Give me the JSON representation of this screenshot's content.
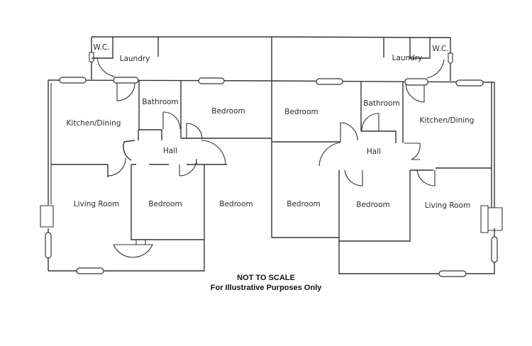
{
  "plan": {
    "units": [
      {
        "side": "left",
        "rooms": [
          {
            "id": "wc",
            "label": "W.C."
          },
          {
            "id": "laundry",
            "label": "Laundry"
          },
          {
            "id": "bathroom",
            "label": "Bathroom"
          },
          {
            "id": "bedroom-1",
            "label": "Bedroom"
          },
          {
            "id": "kitchen",
            "label": "Kitchen/Dining"
          },
          {
            "id": "hall",
            "label": "Hall"
          },
          {
            "id": "living",
            "label": "Living Room"
          },
          {
            "id": "bedroom-2",
            "label": "Bedroom"
          },
          {
            "id": "bedroom-3",
            "label": "Bedroom"
          }
        ]
      },
      {
        "side": "right",
        "rooms": [
          {
            "id": "wc",
            "label": "W.C."
          },
          {
            "id": "laundry",
            "label": "Laundry"
          },
          {
            "id": "bathroom",
            "label": "Bathroom"
          },
          {
            "id": "bedroom-1",
            "label": "Bedroom"
          },
          {
            "id": "kitchen",
            "label": "Kitchen/Dining"
          },
          {
            "id": "hall",
            "label": "Hall"
          },
          {
            "id": "living",
            "label": "Living Room"
          },
          {
            "id": "bedroom-2",
            "label": "Bedroom"
          },
          {
            "id": "bedroom-3",
            "label": "Bedroom"
          }
        ]
      }
    ]
  },
  "notes": {
    "scale": "NOT TO SCALE",
    "purpose": "For Illustrative Purposes Only"
  }
}
